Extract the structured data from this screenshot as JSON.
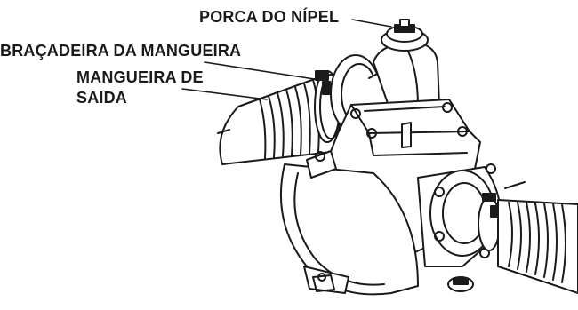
{
  "labels": {
    "nipple_nut": "PORCA DO NÍPEL",
    "hose_clamp": "BRAÇADEIRA DA MANGUEIRA",
    "outlet_hose_line1": "MANGUEIRA DE",
    "outlet_hose_line2": "SAIDA"
  },
  "colors": {
    "ink": "#1a1a1a",
    "background": "#ffffff"
  }
}
